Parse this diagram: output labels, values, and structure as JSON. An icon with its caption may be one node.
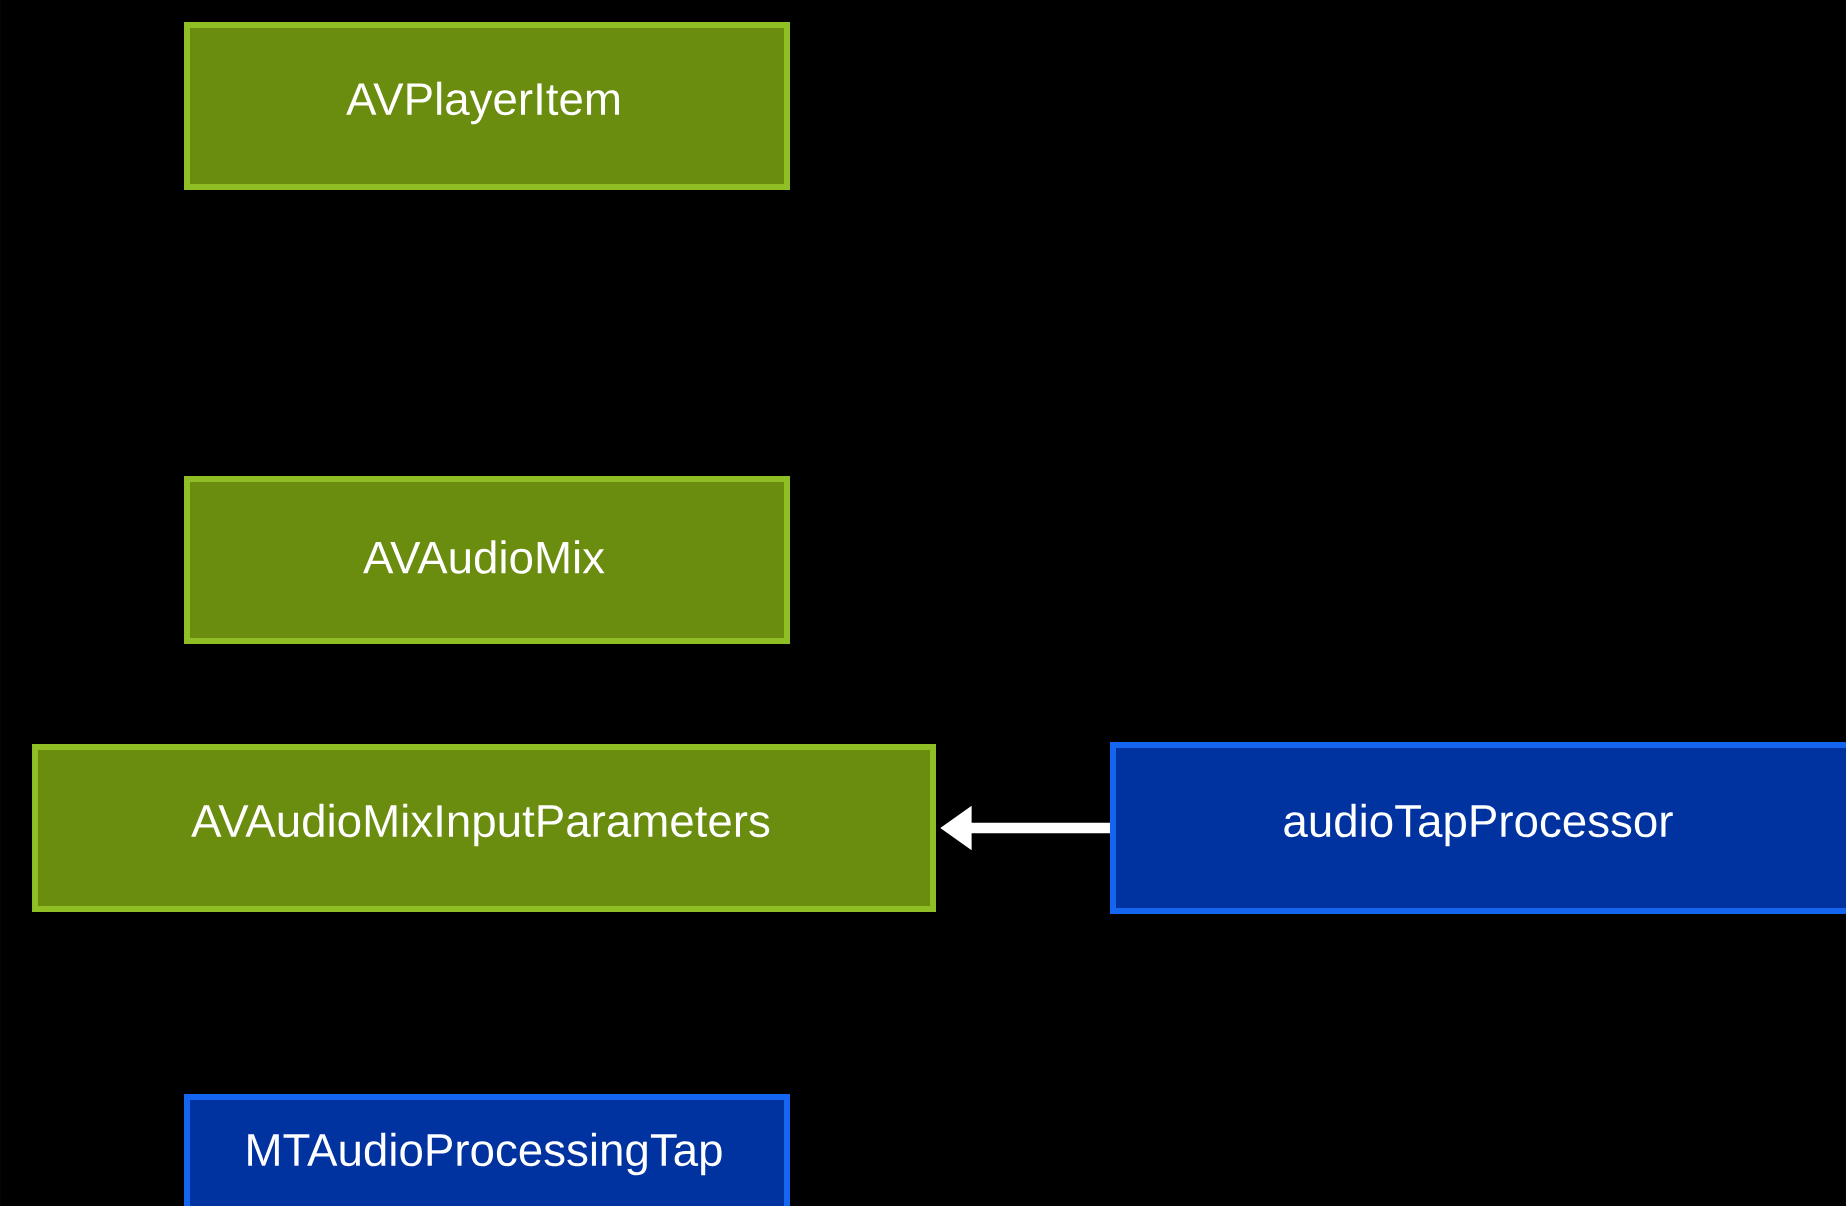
{
  "diagram": {
    "nodes": [
      {
        "text": [
          "AVPlayerItem"
        ]
      },
      {
        "text": [
          "AVAudioMix"
        ]
      },
      {
        "text": [
          "AVAudioMixInputParameters"
        ]
      },
      {
        "text": [
          "audioTapProcessor"
        ]
      },
      {
        "text": [
          "MTAudioProcessingTap"
        ]
      }
    ],
    "edges": [
      {
        "from": 3,
        "to": 2,
        "arrow": "to",
        "color": "#ffffff"
      }
    ]
  }
}
